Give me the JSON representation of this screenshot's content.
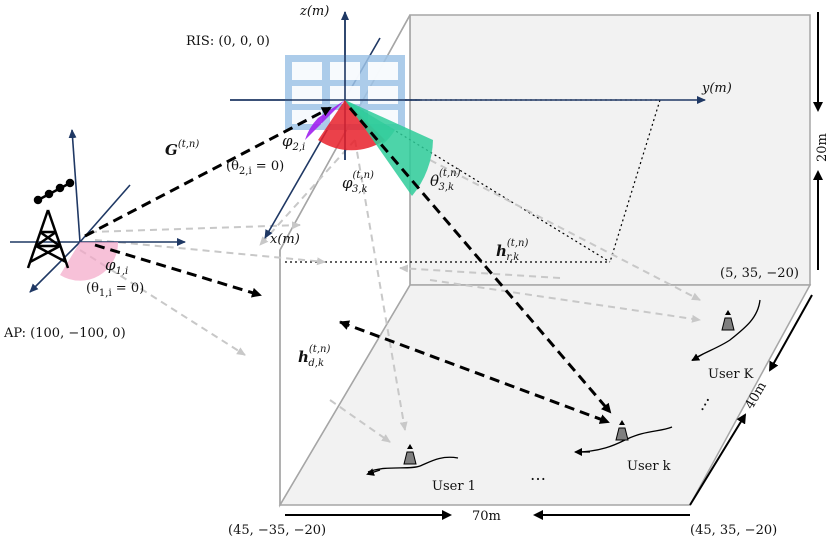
{
  "axes": {
    "z": "z(m)",
    "y": "y(m)",
    "x": "x(m)"
  },
  "ris": {
    "label": "RIS: (0, 0, 0)",
    "theta2": "(θ",
    "theta2_sub": "2,i",
    "theta2_tail": " = 0)",
    "phi2": "φ",
    "phi2_sub": "2,i",
    "phi3": "φ",
    "phi3_sub": "3,k",
    "phi3_sup": "(t,n)",
    "theta3": "θ",
    "theta3_sub": "3,k",
    "theta3_sup": "(t,n)"
  },
  "ap": {
    "label": "AP: (100, −100, 0)",
    "phi1": "φ",
    "phi1_sub": "1,i",
    "theta1": "(θ",
    "theta1_sub": "1,i",
    "theta1_tail": " = 0)"
  },
  "channels": {
    "G": "G",
    "G_sup": "(t,n)",
    "hr": "h",
    "hr_sub": "r,k",
    "hr_sup": "(t,n)",
    "hd": "h",
    "hd_sub": "d,k",
    "hd_sup": "(t,n)"
  },
  "users": {
    "user1": "User 1",
    "userk": "User k",
    "userK": "User K",
    "dots1": "…",
    "dots2": "…"
  },
  "room": {
    "corner_back": "(5, 35, −20)",
    "corner_front_left": "(45, −35, −20)",
    "corner_front_right": "(45, 35, −20)",
    "height": "20m",
    "length": "70m",
    "width": "40m"
  },
  "colors": {
    "axis": "#1f3864",
    "ris_panel": "#9dc3e6",
    "ris_grid": "#ffffff",
    "phi1": "#f4a7c8",
    "phi2": "#a020f0",
    "phi3": "#e8202a",
    "theta3": "#2ecc9a",
    "room_fill": "#f2f2f2",
    "room_edge": "#a6a6a6",
    "dash_light": "#c8c8c8",
    "user_icon": "#7f7f7f"
  }
}
